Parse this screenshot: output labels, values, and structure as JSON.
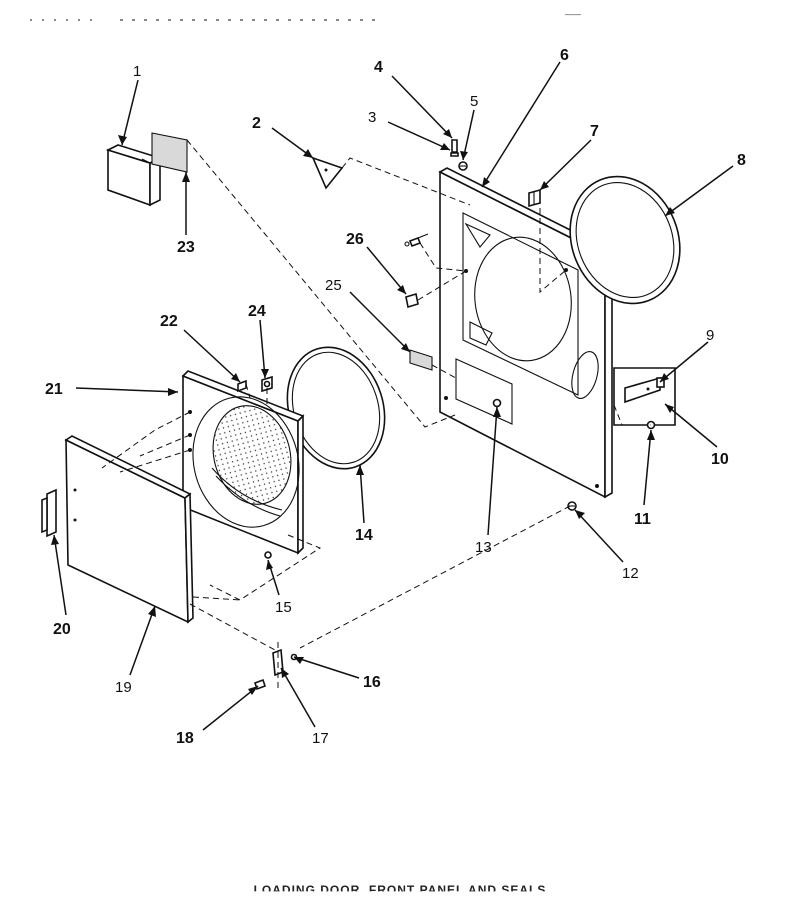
{
  "header": {
    "page_ref": "——"
  },
  "diagram": {
    "title": "LOADING DOOR, FRONT PANEL AND SEALS",
    "callouts": [
      {
        "id": "1",
        "label": "1",
        "bold": false
      },
      {
        "id": "2",
        "label": "2",
        "bold": true
      },
      {
        "id": "3",
        "label": "3",
        "bold": false
      },
      {
        "id": "4",
        "label": "4",
        "bold": true
      },
      {
        "id": "5",
        "label": "5",
        "bold": false
      },
      {
        "id": "6",
        "label": "6",
        "bold": true
      },
      {
        "id": "7",
        "label": "7",
        "bold": true
      },
      {
        "id": "8",
        "label": "8",
        "bold": true
      },
      {
        "id": "9",
        "label": "9",
        "bold": false
      },
      {
        "id": "10",
        "label": "10",
        "bold": true
      },
      {
        "id": "11",
        "label": "11",
        "bold": true
      },
      {
        "id": "12",
        "label": "12",
        "bold": false
      },
      {
        "id": "13",
        "label": "13",
        "bold": false
      },
      {
        "id": "14",
        "label": "14",
        "bold": true
      },
      {
        "id": "15",
        "label": "15",
        "bold": false
      },
      {
        "id": "16",
        "label": "16",
        "bold": true
      },
      {
        "id": "17",
        "label": "17",
        "bold": false
      },
      {
        "id": "18",
        "label": "18",
        "bold": true
      },
      {
        "id": "19",
        "label": "19",
        "bold": false
      },
      {
        "id": "20",
        "label": "20",
        "bold": true
      },
      {
        "id": "21",
        "label": "21",
        "bold": true
      },
      {
        "id": "22",
        "label": "22",
        "bold": true
      },
      {
        "id": "23",
        "label": "23",
        "bold": true
      },
      {
        "id": "24",
        "label": "24",
        "bold": true
      },
      {
        "id": "25",
        "label": "25",
        "bold": false
      },
      {
        "id": "26",
        "label": "26",
        "bold": true
      }
    ]
  }
}
